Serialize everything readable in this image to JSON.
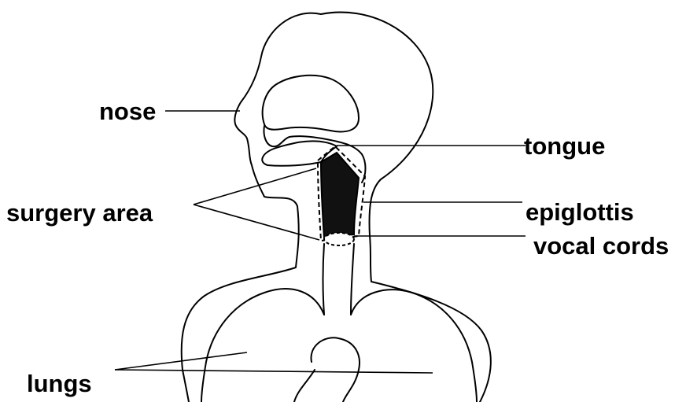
{
  "labels": {
    "nose": "nose",
    "tongue": "tongue",
    "surgery_area": "surgery area",
    "epiglottis": "epiglottis",
    "vocal_cords": "vocal cords",
    "lungs": "lungs"
  }
}
